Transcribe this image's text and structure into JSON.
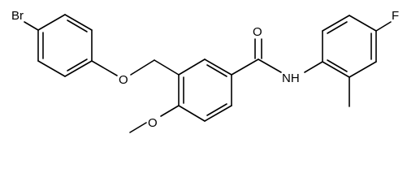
{
  "molecule": {
    "atoms": {
      "br": "Br",
      "ether_o": "O",
      "methoxy_o": "O",
      "carbonyl_o": "O",
      "amide_nh": "NH",
      "fluorine": "F"
    }
  }
}
